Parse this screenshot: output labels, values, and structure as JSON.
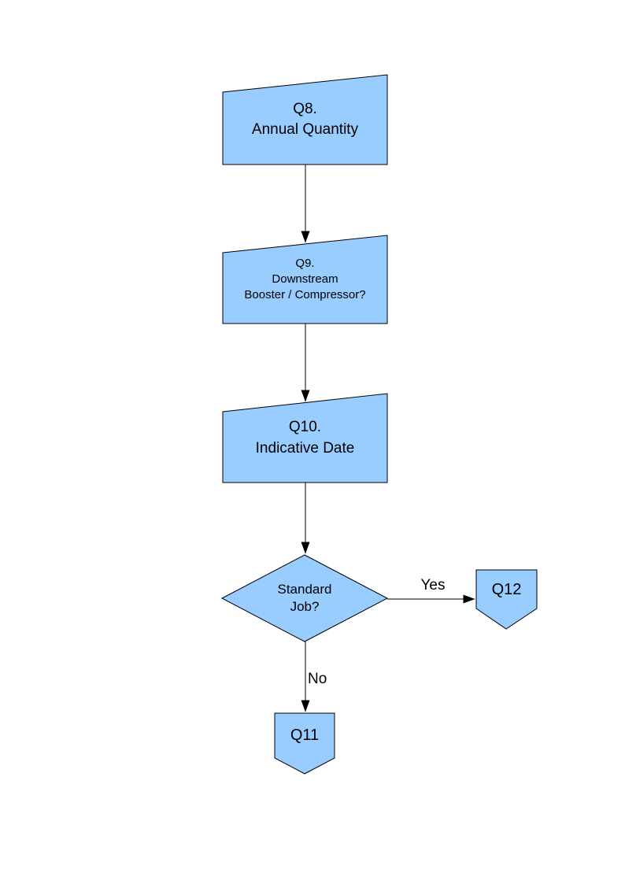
{
  "page": {
    "background_color": "#ffffff"
  },
  "flowchart": {
    "style": {
      "node_fill": "#99ccff",
      "node_stroke": "#000000",
      "connector_color": "#000000",
      "text_color": "#000000"
    },
    "nodes": {
      "q8": {
        "shape": "manual-input",
        "line1": "Q8.",
        "line2": "Annual Quantity"
      },
      "q9": {
        "shape": "manual-input",
        "line1": "Q9.",
        "line2": "Downstream",
        "line3": "Booster / Compressor?"
      },
      "q10": {
        "shape": "manual-input",
        "line1": "Q10.",
        "line2": "Indicative Date"
      },
      "decision": {
        "shape": "diamond",
        "line1": "Standard",
        "line2": "Job?"
      },
      "q12": {
        "shape": "off-page-connector",
        "label": "Q12"
      },
      "q11": {
        "shape": "off-page-connector",
        "label": "Q11"
      }
    },
    "edges": {
      "q8_to_q9": {
        "from": "q8",
        "to": "q9",
        "label": ""
      },
      "q9_to_q10": {
        "from": "q9",
        "to": "q10",
        "label": ""
      },
      "q10_to_decision": {
        "from": "q10",
        "to": "decision",
        "label": ""
      },
      "decision_to_q12": {
        "from": "decision",
        "to": "q12",
        "label": "Yes"
      },
      "decision_to_q11": {
        "from": "decision",
        "to": "q11",
        "label": "No"
      }
    }
  }
}
